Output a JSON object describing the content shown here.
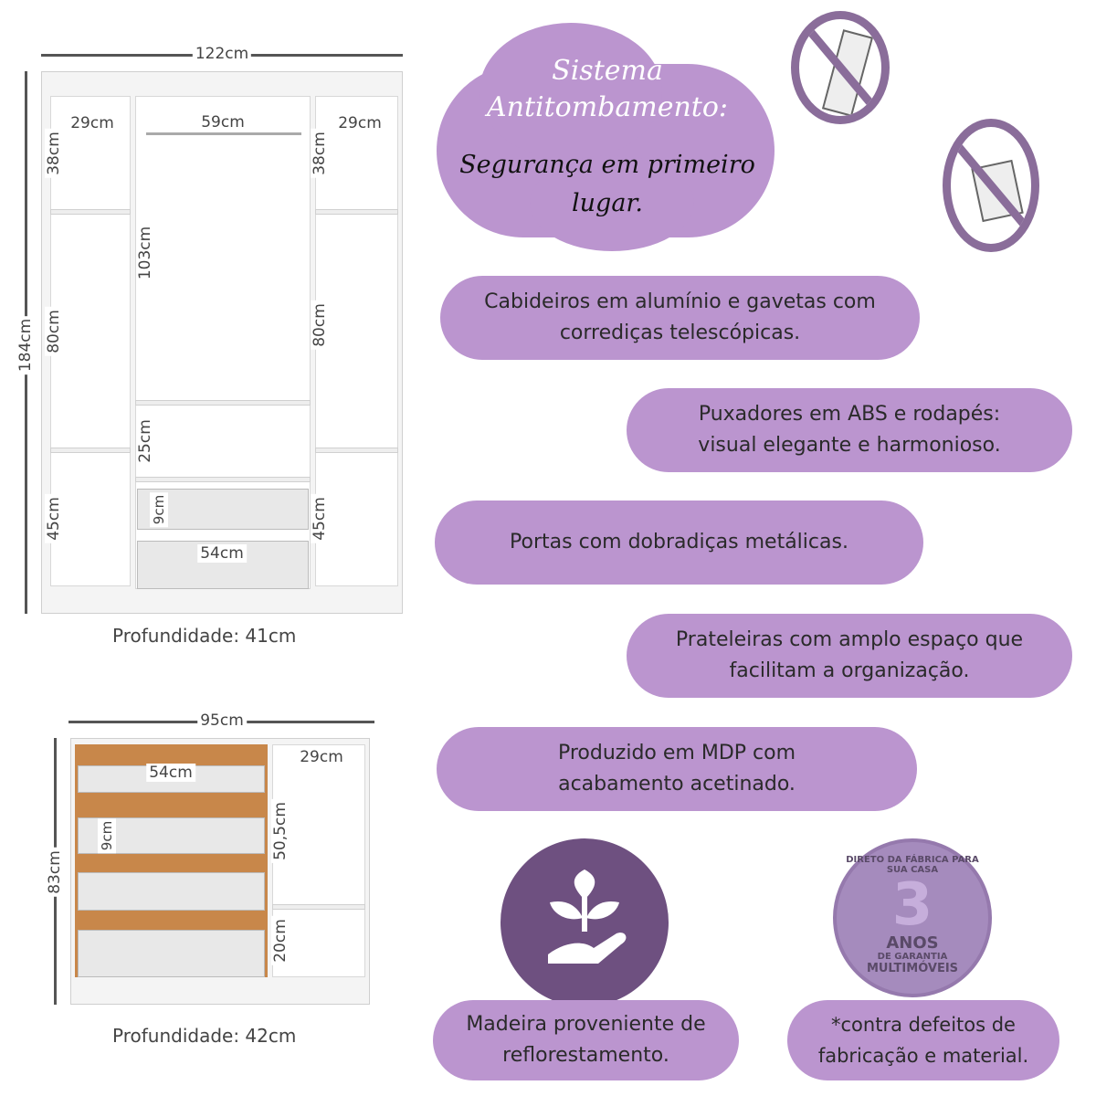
{
  "wardrobe": {
    "width": "122cm",
    "height": "184cm",
    "left_top_w": "29cm",
    "center_w": "59cm",
    "right_top_w": "29cm",
    "left_top_h": "38cm",
    "right_top_h": "38cm",
    "hang_h": "103cm",
    "left_mid_h": "80cm",
    "right_mid_h": "80cm",
    "center_low_h": "25cm",
    "drawer_h": "9cm",
    "drawer_w": "54cm",
    "left_low_h": "45cm",
    "right_low_h": "45cm",
    "depth": "Profundidade: 41cm"
  },
  "dresser": {
    "width": "95cm",
    "height": "83cm",
    "drawer_w": "54cm",
    "right_w": "29cm",
    "drawer_h": "9cm",
    "right_top_h": "50,5cm",
    "right_low_h": "20cm",
    "depth": "Profundidade: 42cm"
  },
  "headline": {
    "line1": "Sistema",
    "line2": "Antitombamento:",
    "line3": "Segurança em primeiro",
    "line4": "lugar."
  },
  "features": [
    "Cabideiros em alumínio e gavetas com corrediças telescópicas.",
    "Puxadores em ABS e rodapés: visual elegante e harmonioso.",
    "Portas com dobradiças metálicas.",
    "Prateleiras com amplo espaço que facilitam a organização.",
    "Produzido em MDP com acabamento acetinado."
  ],
  "eco": {
    "text": "Madeira proveniente de reflorestamento."
  },
  "warranty": {
    "seal_top": "DIRETO DA FÁBRICA PARA SUA CASA",
    "seal_number": "3",
    "seal_anos": "ANOS",
    "seal_garantia": "DE GARANTIA",
    "seal_brand": "MULTIMÓVEIS",
    "text": "*contra defeitos de fabricação e material."
  },
  "colors": {
    "pill": "#bb95cf",
    "dark_purple": "#6e5080",
    "wood": "#c8874a"
  }
}
